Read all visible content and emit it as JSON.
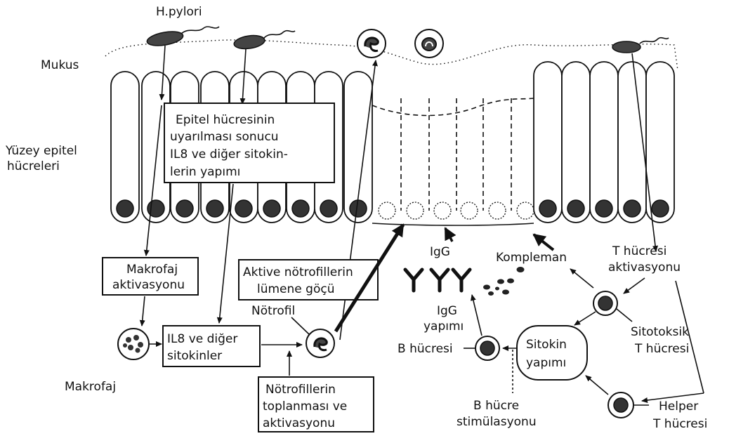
{
  "labels": {
    "hpylori": "H.pylori",
    "mukus": "Mukus",
    "yuzey1": "Yüzey epitel",
    "yuzey2": "hücreleri",
    "igg": "IgG",
    "kompleman": "Kompleman",
    "t_act1": "T hücresi",
    "t_act2": "aktivasyonu",
    "notrofil": "Nötrofil",
    "igg_yap1": "IgG",
    "igg_yap2": "yapımı",
    "b_hucresi": "B hücresi",
    "makrofaj": "Makrofaj",
    "sitotoksik1": "Sitotoksik",
    "sitotoksik2": "T hücresi",
    "b_stim1": "B hücre",
    "b_stim2": "stimülasyonu",
    "helper1": "Helper",
    "helper2": "T hücresi"
  },
  "boxes": {
    "epitel": [
      "Epitel hücresinin",
      "uyarılması sonucu",
      "IL8 ve diğer sitokin-",
      "lerin yapımı"
    ],
    "makrofaj_akt": [
      "Makrofaj",
      "aktivasyonu"
    ],
    "il8": [
      "IL8 ve diğer",
      "sitokinler"
    ],
    "aktive": [
      "Aktive nötrofillerin",
      "lümene göçü"
    ],
    "notrofil_top": [
      "Nötrofillerin",
      "toplanması ve",
      "aktivasyonu"
    ],
    "sitokin": [
      "Sitokin",
      "yapımı"
    ]
  }
}
